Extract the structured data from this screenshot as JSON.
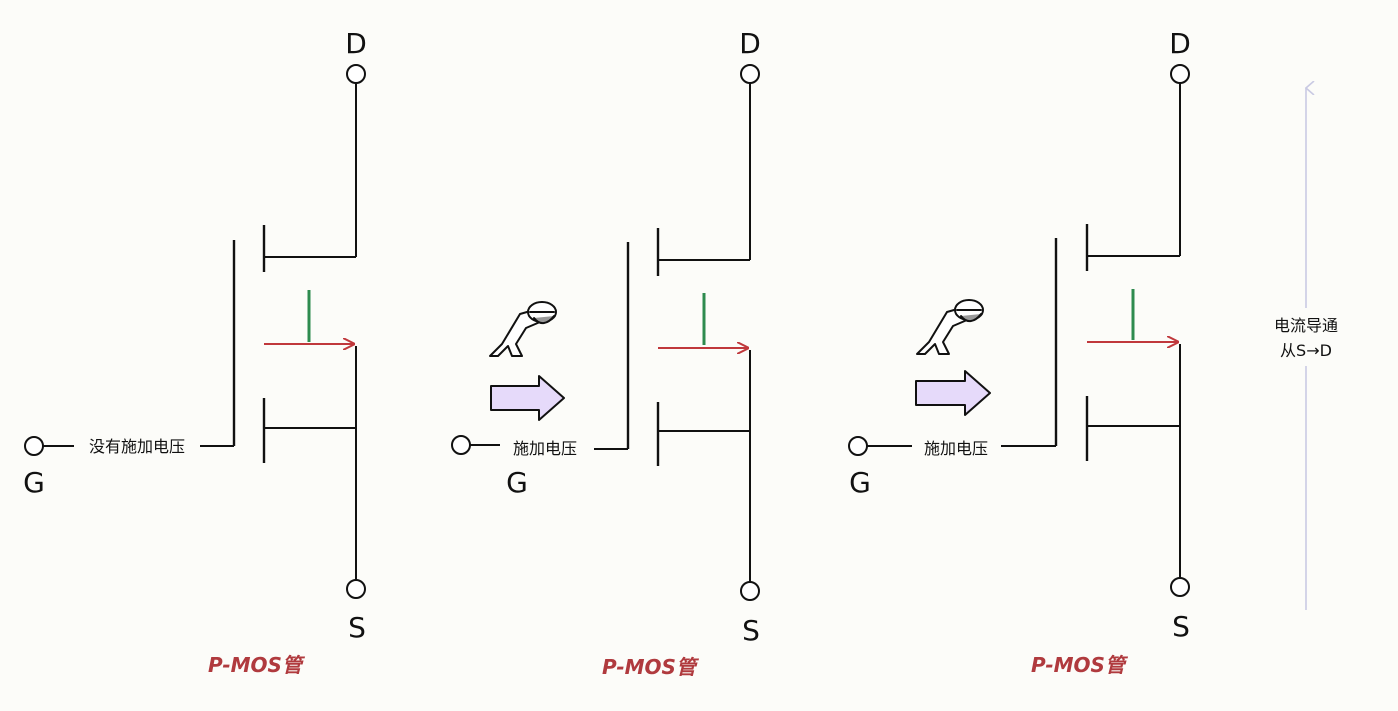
{
  "transistors": [
    {
      "pin_d": "D",
      "pin_g": "G",
      "pin_s": "S",
      "gate_label": "没有施加电压",
      "title": "P-MOS管",
      "has_push": false
    },
    {
      "pin_d": "D",
      "pin_g": "G",
      "pin_s": "S",
      "gate_label": "施加电压",
      "title": "P-MOS管",
      "has_push": true
    },
    {
      "pin_d": "D",
      "pin_g": "G",
      "pin_s": "S",
      "gate_label": "施加电压",
      "title": "P-MOS管",
      "has_push": true
    }
  ],
  "current_note": {
    "line1": "电流导通",
    "line2": "从S→D"
  },
  "colors": {
    "title": "#b03a3e",
    "channel_arrow": "#c0383c",
    "channel_bar": "#2e8b4f",
    "push_arrow_fill": "#e6dafa",
    "current_arrow": "#c9cae3"
  },
  "icons": [
    "pushing-person-icon",
    "push-arrow-icon"
  ]
}
